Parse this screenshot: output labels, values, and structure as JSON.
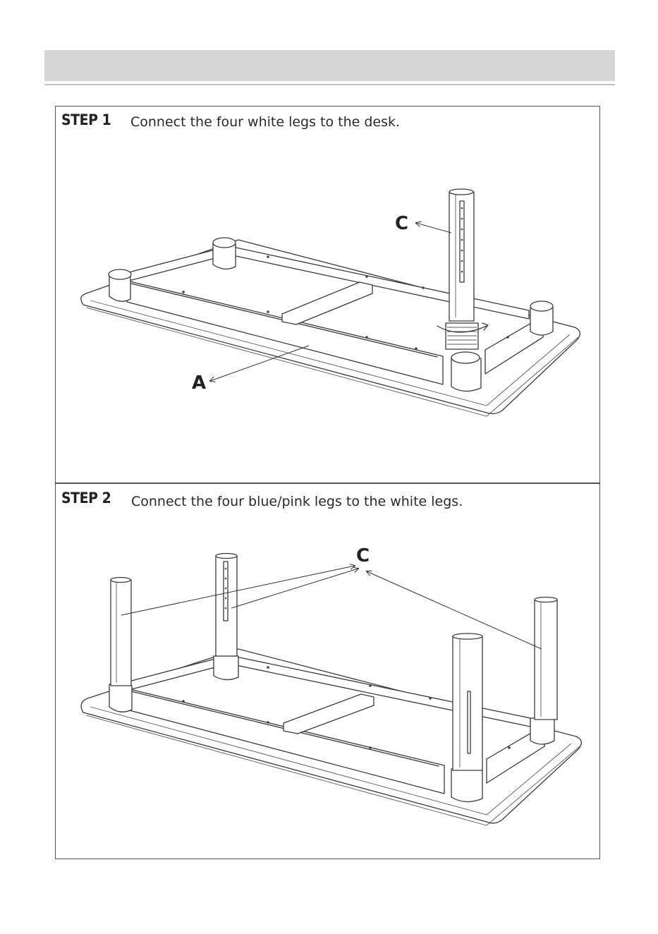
{
  "steps": [
    {
      "label": "STEP 1",
      "text": "Connect the four white legs to the desk.",
      "callouts": [
        "C",
        "A"
      ]
    },
    {
      "label": "STEP 2",
      "text": "Connect the four blue/pink legs to the white legs.",
      "callouts": [
        "C"
      ]
    }
  ]
}
